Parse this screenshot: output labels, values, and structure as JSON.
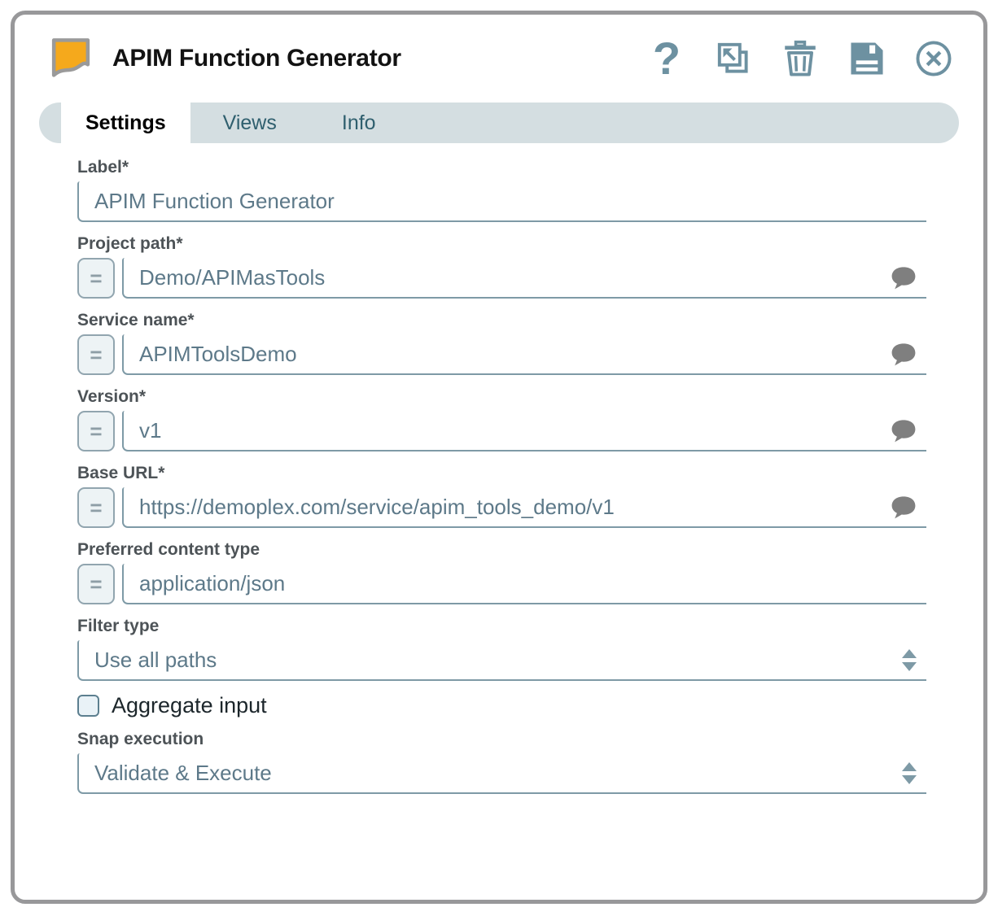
{
  "dialog": {
    "title": "APIM Function Generator",
    "toolbar": {
      "help_glyph": "?",
      "buttons": [
        "help",
        "expand",
        "delete",
        "save",
        "close"
      ]
    },
    "tabs": {
      "settings": "Settings",
      "views": "Views",
      "info": "Info",
      "active": "Settings"
    },
    "expression_toggle_glyph": "=",
    "fields": {
      "label": {
        "label": "Label*",
        "value": "APIM Function Generator"
      },
      "project_path": {
        "label": "Project path*",
        "value": "Demo/APIMasTools",
        "has_comment": true
      },
      "service_name": {
        "label": "Service name*",
        "value": "APIMToolsDemo",
        "has_comment": true
      },
      "version": {
        "label": "Version*",
        "value": "v1",
        "has_comment": true
      },
      "base_url": {
        "label": "Base URL*",
        "value": "https://demoplex.com/service/apim_tools_demo/v1",
        "has_comment": true
      },
      "preferred_content_type": {
        "label": "Preferred content type",
        "value": "application/json",
        "has_comment": false
      },
      "filter_type": {
        "label": "Filter type",
        "value": "Use all paths",
        "type": "select"
      },
      "aggregate_input": {
        "label": "Aggregate input",
        "checked": false
      },
      "snap_execution": {
        "label": "Snap execution",
        "value": "Validate & Execute",
        "type": "select"
      }
    },
    "colors": {
      "accent_slate": "#6d91a1",
      "tab_bar_bg": "#d4dee1",
      "tab_inactive_text": "#2f5f6e",
      "field_text": "#5d7989",
      "field_border": "#7e9aa6",
      "label_text": "#4d5357",
      "snap_yellow": "#f5a91c",
      "frame_grey": "#98989a",
      "comment_grey": "#7f7f7f"
    }
  }
}
